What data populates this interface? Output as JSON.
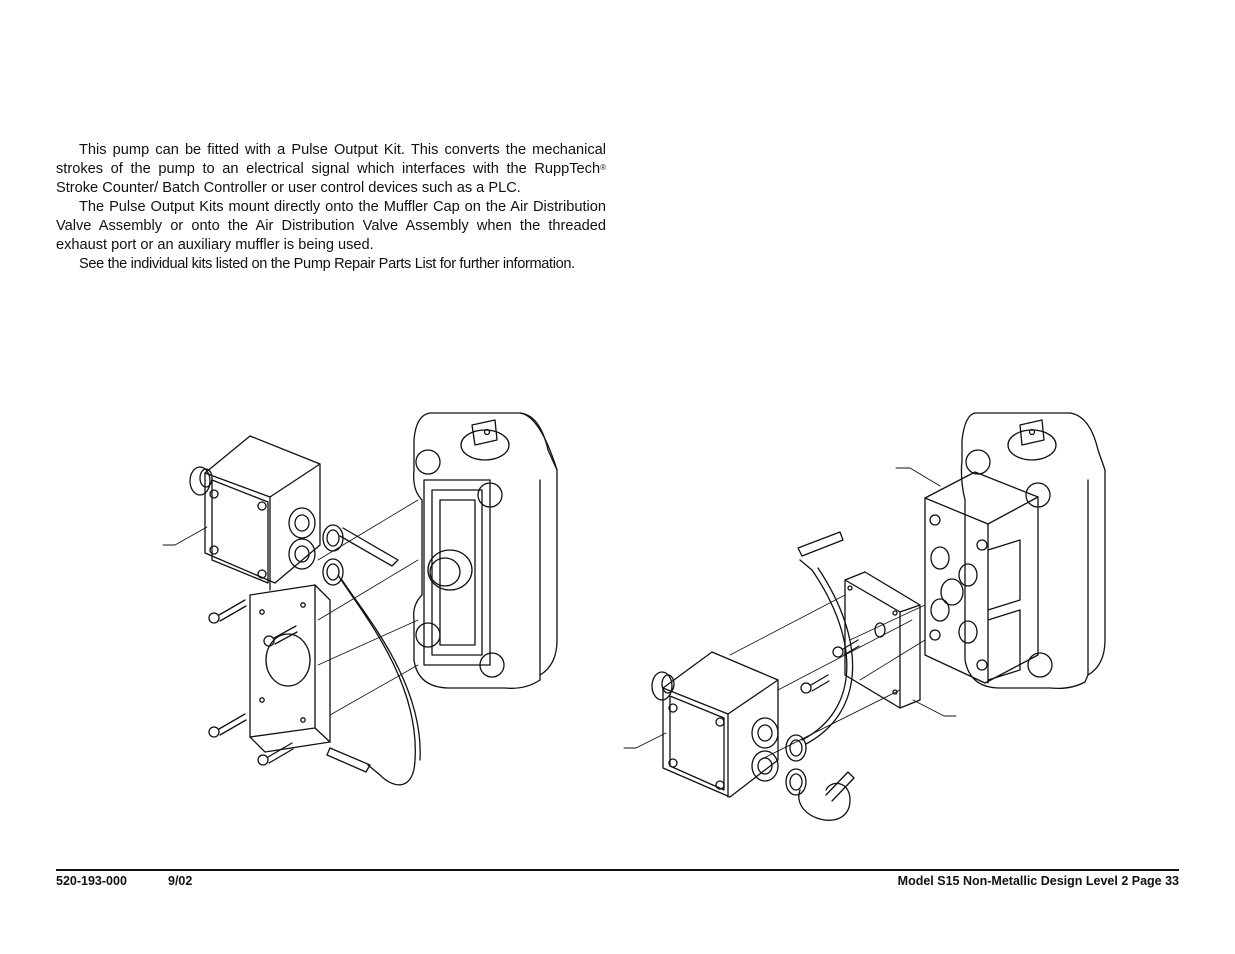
{
  "intro": {
    "p1_text": "This pump can be fitted with a Pulse Output Kit. This converts the mechanical strokes of the pump to an electrical signal which interfaces with the RuppTech",
    "p1_registered": "®",
    "p1_tail": " Stroke Counter/ Batch Controller or user control devices such as a PLC.",
    "p2": "The Pulse Output Kits mount directly onto the Muffler Cap on the Air Distribution Valve Assembly or onto the Air Distribution Valve Assembly when the threaded exhaust port or an auxiliary muffler is being used.",
    "p3": "See the individual kits listed on the Pump Repair Parts List for further information."
  },
  "footer": {
    "doc_number": "520-193-000",
    "date": "9/02",
    "page_label": "Model S15 Non-Metallic Design Level 2 Page 33"
  }
}
